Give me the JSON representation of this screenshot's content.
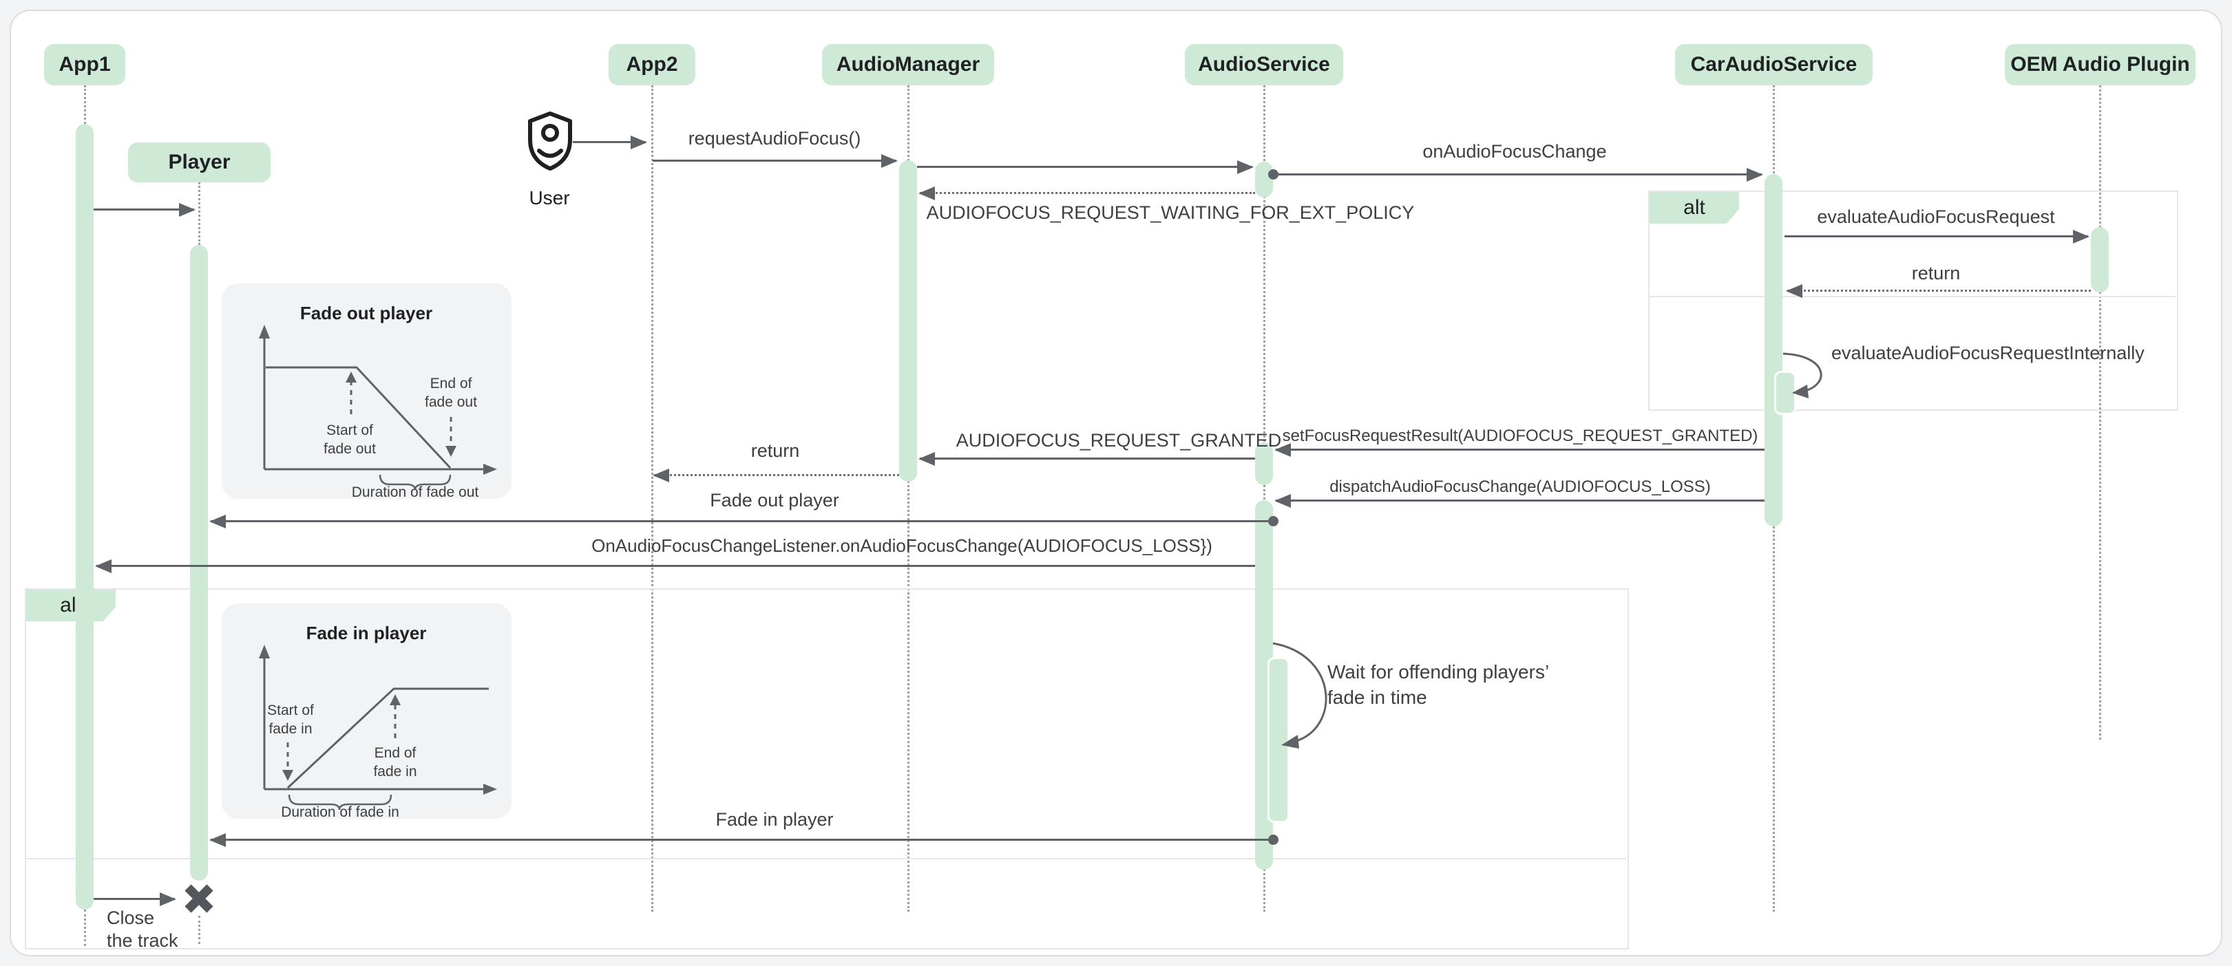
{
  "colors": {
    "background": "#f1f3f4",
    "canvas": "#ffffff",
    "canvas_border": "#dadce0",
    "accent_green": "#ceead6",
    "arrow_gray": "#5f6368",
    "lifeline_gray": "#9aa0a6",
    "text_dark": "#202124",
    "label_gray": "#3c4043",
    "frame_border": "#e4e6e9",
    "chart_bg": "#f1f3f4"
  },
  "participants": {
    "app1": "App1",
    "app2": "App2",
    "audio_manager": "AudioManager",
    "audio_service": "AudioService",
    "car_audio_service": "CarAudioService",
    "oem_audio_plugin": "OEM Audio Plugin",
    "player": "Player"
  },
  "actor": {
    "label": "User",
    "icon": "shield-person-icon"
  },
  "frames": {
    "alt_right": "alt",
    "alt_left": "alt"
  },
  "messages": {
    "request_audio_focus": "requestAudioFocus()",
    "on_audio_focus_change": "onAudioFocusChange",
    "waiting_ext_policy": "AUDIOFOCUS_REQUEST_WAITING_FOR_EXT_POLICY",
    "evaluate_request": "evaluateAudioFocusRequest",
    "return_oem": "return",
    "evaluate_internally": "evaluateAudioFocusRequestInternally",
    "set_focus_result": "setFocusRequestResult(AUDIOFOCUS_REQUEST_GRANTED)",
    "request_granted": "AUDIOFOCUS_REQUEST_GRANTED",
    "return_manager": "return",
    "dispatch_change": "dispatchAudioFocusChange(AUDIOFOCUS_LOSS)",
    "fade_out_player": "Fade out player",
    "on_focus_change_listener": "OnAudioFocusChangeListener.onAudioFocusChange(AUDIOFOCUS_LOSS})",
    "fade_in_player": "Fade in player",
    "close_line1": "Close",
    "close_line2": "the track"
  },
  "note": {
    "line1": "Wait for offending players’",
    "line2": "fade in time"
  },
  "chart_fade_out": {
    "title": "Fade out player",
    "start_line1": "Start of",
    "start_line2": "fade out",
    "end_line1": "End of",
    "end_line2": "fade out",
    "duration": "Duration of fade out"
  },
  "chart_fade_in": {
    "title": "Fade in player",
    "start_line1": "Start of",
    "start_line2": "fade in",
    "end_line1": "End of",
    "end_line2": "fade in",
    "duration": "Duration of fade in"
  }
}
